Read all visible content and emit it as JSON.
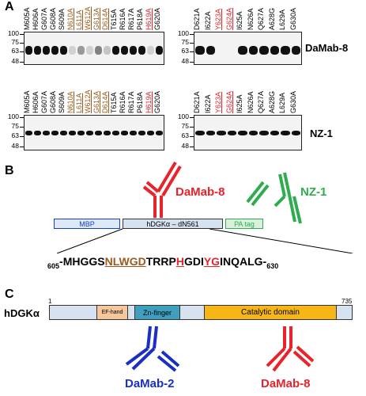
{
  "panels": {
    "a": "A",
    "b": "B",
    "c": "C"
  },
  "colors": {
    "red": "#e8232a",
    "brown": "#9b5a1c",
    "green": "#2eac4e",
    "blue": "#1a2fc4",
    "mbp": "#dde9f7",
    "hdgk": "#d6e2ef",
    "pa": "#d8f0dc",
    "ef": "#f5c79a",
    "zn": "#3e9fbf",
    "cat": "#f7b616"
  },
  "blot1": {
    "title": "DaMab-8",
    "left_lanes": [
      {
        "label": "M605A",
        "color": "black"
      },
      {
        "label": "H606A",
        "color": "black"
      },
      {
        "label": "G607A",
        "color": "black"
      },
      {
        "label": "G608A",
        "color": "black"
      },
      {
        "label": "S609A",
        "color": "black"
      },
      {
        "label": "N610A",
        "color": "brown"
      },
      {
        "label": "L611A",
        "color": "brown"
      },
      {
        "label": "W612A",
        "color": "brown"
      },
      {
        "label": "G613A",
        "color": "brown"
      },
      {
        "label": "D614A",
        "color": "brown"
      },
      {
        "label": "T615A",
        "color": "black"
      },
      {
        "label": "R616A",
        "color": "black"
      },
      {
        "label": "R617A",
        "color": "black"
      },
      {
        "label": "P618A",
        "color": "black"
      },
      {
        "label": "H619A",
        "color": "red"
      },
      {
        "label": "G620A",
        "color": "black"
      }
    ],
    "right_lanes": [
      {
        "label": "D621A",
        "color": "black"
      },
      {
        "label": "I622A",
        "color": "black"
      },
      {
        "label": "Y623A",
        "color": "red"
      },
      {
        "label": "G624A",
        "color": "red"
      },
      {
        "label": "I625A",
        "color": "black"
      },
      {
        "label": "N626A",
        "color": "black"
      },
      {
        "label": "Q627A",
        "color": "black"
      },
      {
        "label": "A628G",
        "color": "black"
      },
      {
        "label": "L629A",
        "color": "black"
      },
      {
        "label": "G630A",
        "color": "black"
      }
    ],
    "left_intensity": [
      1,
      1,
      1,
      1,
      1,
      0.1,
      0.4,
      0.1,
      0.5,
      0.2,
      1,
      1,
      1,
      1,
      0.1,
      1
    ],
    "right_intensity": [
      1,
      1,
      0,
      0,
      1,
      1,
      1,
      1,
      1,
      1
    ]
  },
  "blot2": {
    "title": "NZ-1",
    "left_lanes": [
      {
        "label": "M605A",
        "color": "black"
      },
      {
        "label": "H606A",
        "color": "black"
      },
      {
        "label": "G607A",
        "color": "black"
      },
      {
        "label": "G608A",
        "color": "black"
      },
      {
        "label": "S609A",
        "color": "black"
      },
      {
        "label": "N610A",
        "color": "brown"
      },
      {
        "label": "L611A",
        "color": "brown"
      },
      {
        "label": "W612A",
        "color": "brown"
      },
      {
        "label": "G613A",
        "color": "brown"
      },
      {
        "label": "D614A",
        "color": "brown"
      },
      {
        "label": "T615A",
        "color": "black"
      },
      {
        "label": "R616A",
        "color": "black"
      },
      {
        "label": "R617A",
        "color": "black"
      },
      {
        "label": "P618A",
        "color": "black"
      },
      {
        "label": "H619A",
        "color": "red"
      },
      {
        "label": "G620A",
        "color": "black"
      }
    ],
    "right_lanes": [
      {
        "label": "D621A",
        "color": "black"
      },
      {
        "label": "I622A",
        "color": "black"
      },
      {
        "label": "Y623A",
        "color": "red"
      },
      {
        "label": "G624A",
        "color": "red"
      },
      {
        "label": "I625A",
        "color": "black"
      },
      {
        "label": "N626A",
        "color": "black"
      },
      {
        "label": "Q627A",
        "color": "black"
      },
      {
        "label": "A628G",
        "color": "black"
      },
      {
        "label": "L629A",
        "color": "black"
      },
      {
        "label": "G630A",
        "color": "black"
      }
    ]
  },
  "markers": [
    "100",
    "75",
    "63",
    "48"
  ],
  "panelB": {
    "antibody_red": "DaMab-8",
    "antibody_green": "NZ-1",
    "mbp": "MBP",
    "hdgk": "hDGKα – dN561",
    "pa": "PA tag",
    "seq_start": "605",
    "seq_end": "630",
    "seq_prefix": "-MHGGS",
    "seq_brown": "NLWGD",
    "seq_mid1": "TRRP",
    "seq_red1": "H",
    "seq_mid2": "GDI",
    "seq_red2": "YG",
    "seq_suffix": "INQALG-"
  },
  "panelC": {
    "protein": "hDGKα",
    "start": "1",
    "end": "735",
    "ef": "EF-hand",
    "zn": "Zn-finger",
    "cat": "Catalytic domain",
    "ab_blue": "DaMab-2",
    "ab_red": "DaMab-8"
  }
}
